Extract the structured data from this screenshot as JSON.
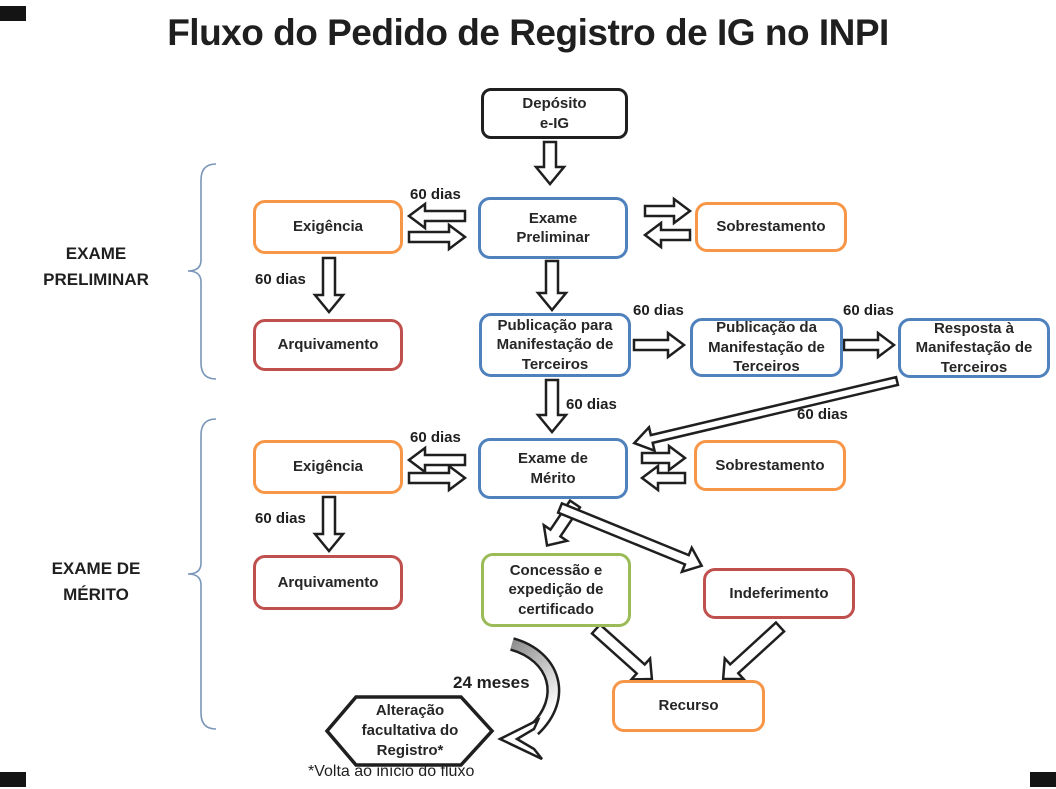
{
  "title": "Fluxo do Pedido de Registro de IG no INPI",
  "sections": {
    "preliminar": "EXAME\nPRELIMINAR",
    "merito": "EXAME DE\nMÉRITO"
  },
  "nodes": {
    "deposito": "Depósito\ne-IG",
    "exigencia": "Exigência",
    "exame_preliminar": "Exame\nPreliminar",
    "sobrestamento": "Sobrestamento",
    "arquivamento": "Arquivamento",
    "publicacao_para": "Publicação para\nManifestação de\nTerceiros",
    "publicacao_da": "Publicação da\nManifestação de\nTerceiros",
    "resposta": "Resposta à\nManifestação de\nTerceiros",
    "exame_merito": "Exame de\nMérito",
    "concessao": "Concessão e\nexpedição de\ncertificado",
    "indeferimento": "Indeferimento",
    "recurso": "Recurso",
    "alteracao": "Alteração\nfacultativa do\nRegistro*"
  },
  "labels": {
    "dias60": "60 dias",
    "meses24": "24 meses",
    "footnote": "*Volta ao início do fluxo"
  },
  "colors": {
    "blue": "#4F81BD",
    "orange": "#F79646",
    "red": "#C0504D",
    "green": "#9BBB59",
    "black": "#1f1f1f",
    "brace": "#7a96b8"
  }
}
